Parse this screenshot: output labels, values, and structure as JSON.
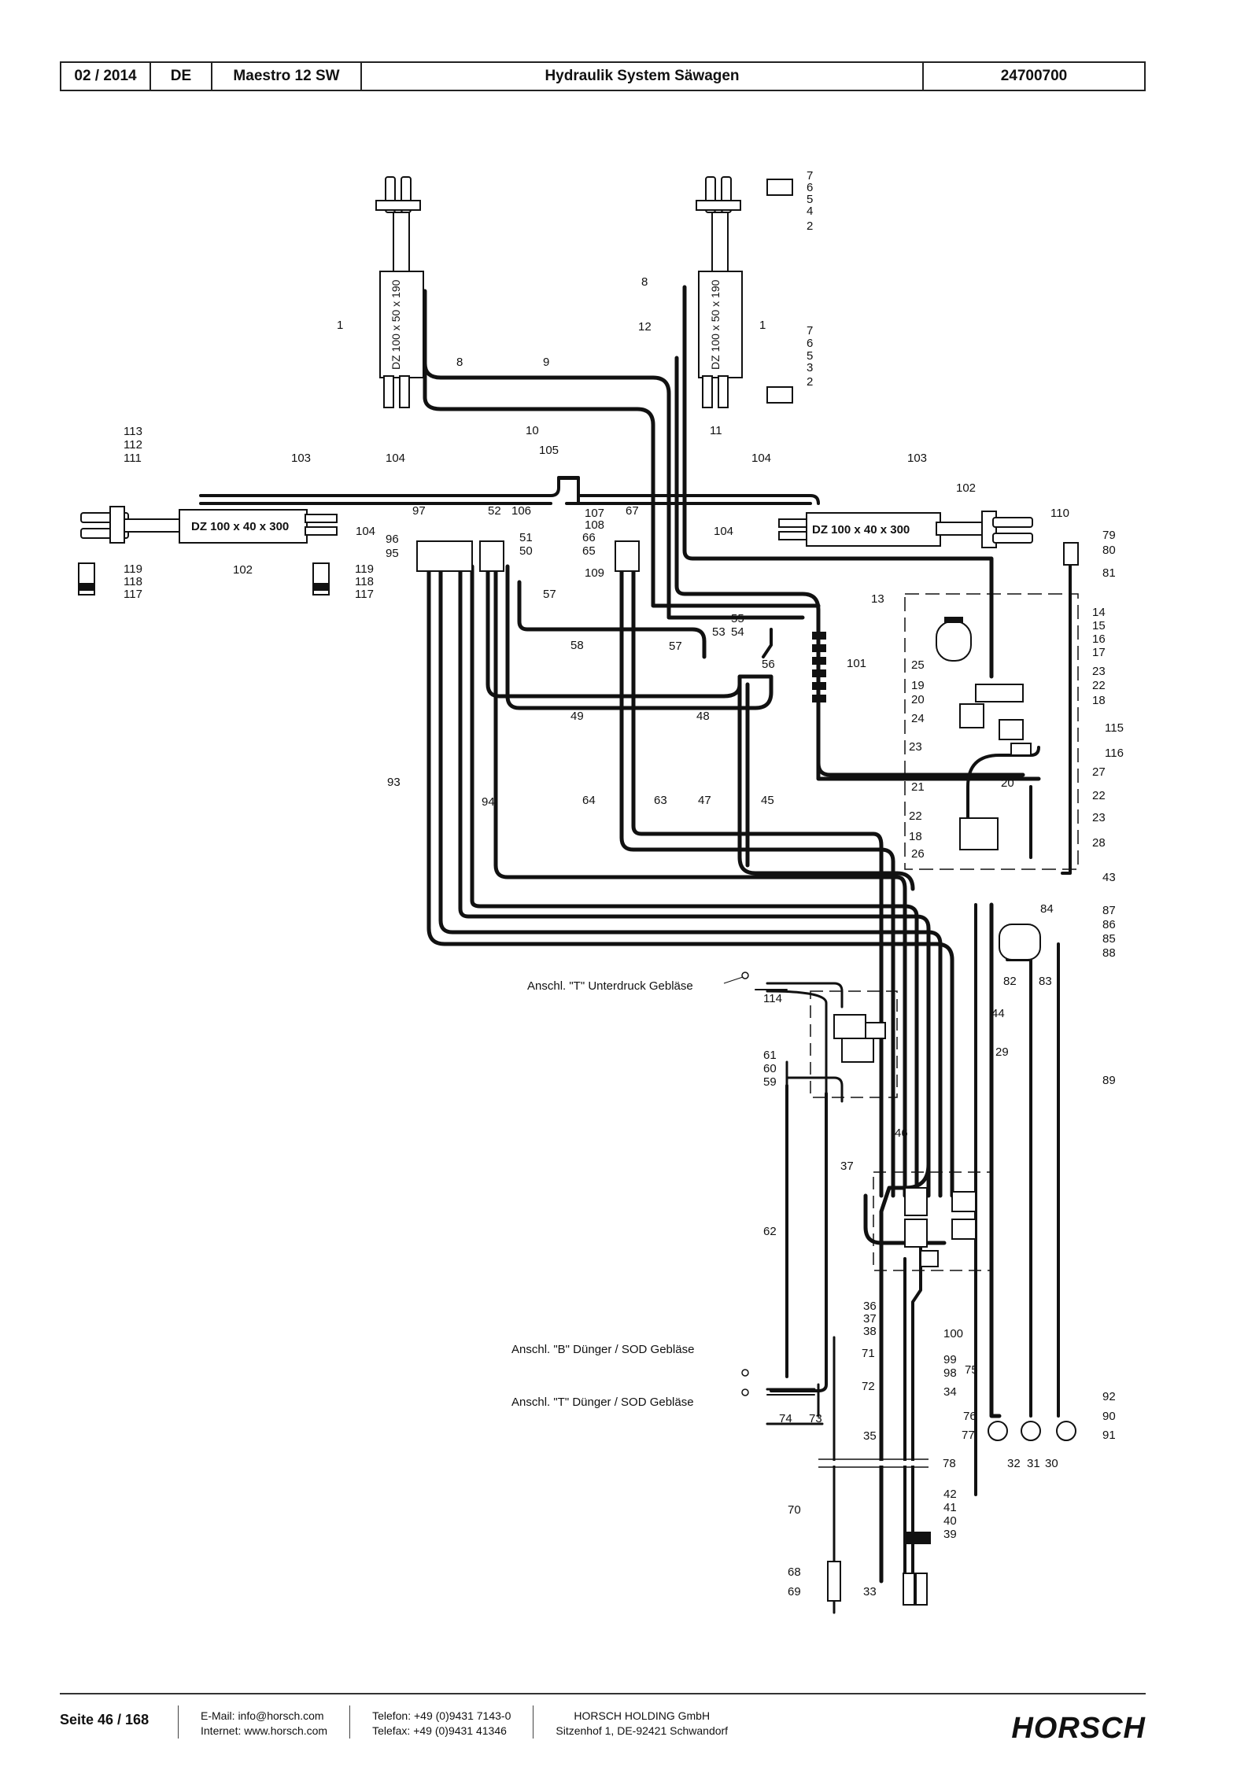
{
  "header": {
    "date": "02 / 2014",
    "lang": "DE",
    "model": "Maestro 12 SW",
    "title": "Hydraulik System Säwagen",
    "number": "24700700"
  },
  "diagram": {
    "cylinder_label_upper": "DZ 100 x 50 x 190",
    "cylinder_label_lower": "DZ 100 x 40 x 300",
    "connections": {
      "unterdruck": "Anschl. \"T\" Unterdruck Gebläse",
      "b_duenger": "Anschl. \"B\" Dünger / SOD Gebläse",
      "t_duenger": "Anschl. \"T\" Dünger / SOD Gebläse"
    },
    "callouts": [
      "1",
      "2",
      "3",
      "4",
      "5",
      "6",
      "7",
      "8",
      "9",
      "10",
      "11",
      "12",
      "13",
      "14",
      "15",
      "16",
      "17",
      "18",
      "19",
      "20",
      "21",
      "22",
      "23",
      "24",
      "25",
      "26",
      "27",
      "28",
      "29",
      "30",
      "31",
      "32",
      "33",
      "34",
      "35",
      "36",
      "37",
      "38",
      "39",
      "40",
      "41",
      "42",
      "43",
      "44",
      "45",
      "46",
      "47",
      "48",
      "49",
      "50",
      "51",
      "52",
      "53",
      "54",
      "55",
      "56",
      "57",
      "58",
      "59",
      "60",
      "61",
      "62",
      "63",
      "64",
      "65",
      "66",
      "67",
      "68",
      "69",
      "70",
      "71",
      "72",
      "73",
      "74",
      "75",
      "76",
      "77",
      "78",
      "79",
      "80",
      "81",
      "82",
      "83",
      "84",
      "85",
      "86",
      "87",
      "88",
      "89",
      "90",
      "91",
      "92",
      "93",
      "94",
      "95",
      "96",
      "97",
      "98",
      "99",
      "100",
      "101",
      "102",
      "103",
      "104",
      "105",
      "106",
      "107",
      "108",
      "109",
      "110",
      "111",
      "112",
      "113",
      "114",
      "115",
      "116",
      "117",
      "118",
      "119"
    ]
  },
  "footer": {
    "page": "Seite 46 / 168",
    "email": "E-Mail: info@horsch.com",
    "internet": "Internet: www.horsch.com",
    "phone": "Telefon: +49 (0)9431 7143-0",
    "fax": "Telefax: +49 (0)9431 41346",
    "company": "HORSCH HOLDING GmbH",
    "address": "Sitzenhof 1, DE-92421 Schwandorf",
    "logo": "HORSCH"
  }
}
